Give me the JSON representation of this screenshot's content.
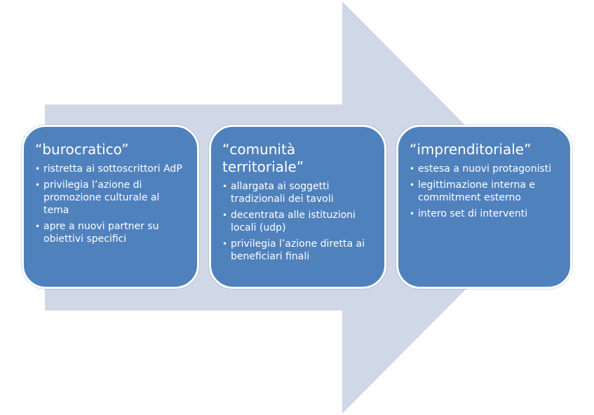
{
  "colors": {
    "arrow": "#d0d7e6",
    "box_fill": "#4f81bd",
    "box_border": "#ffffff",
    "text": "#ffffff"
  },
  "stages": [
    {
      "title": "“burocratico”",
      "items": [
        "ristretta ai sottoscrittori AdP",
        "privilegia l’azione di promozione culturale al tema",
        "apre a nuovi partner su obiettivi specifici"
      ]
    },
    {
      "title": "“comunità territoriale”",
      "items": [
        "allargata ai soggetti tradizionali dei tavoli",
        "decentrata alle istituzioni locali (udp)",
        "privilegia l’azione diretta ai beneficiari finali"
      ]
    },
    {
      "title": "“imprenditoriale”",
      "items": [
        "estesa a nuovi protagonisti",
        "legittimazione interna e commitment esterno",
        "intero set di interventi"
      ]
    }
  ]
}
